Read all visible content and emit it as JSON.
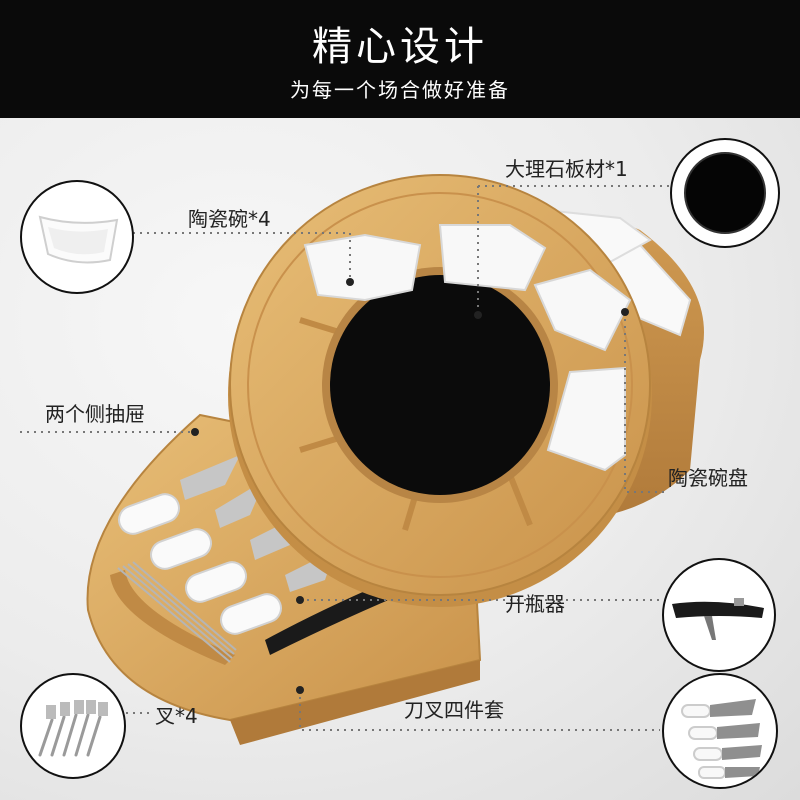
{
  "header": {
    "title": "精心设计",
    "subtitle": "为每一个场合做好准备"
  },
  "labels": {
    "marble_board": "大理石板材*1",
    "ceramic_bowl": "陶瓷碗*4",
    "side_drawers": "两个侧抽屉",
    "bowl_tray": "陶瓷碗盘",
    "opener": "开瓶器",
    "forks": "叉*4",
    "knife_set": "刀叉四件套"
  },
  "icons": [
    "marble-board-icon",
    "ceramic-bowl-icon",
    "corkscrew-icon",
    "forks-icon",
    "knife-set-icon"
  ],
  "colors": {
    "header_bg": "#0a0a0a",
    "bamboo": "#d9a95c",
    "slate": "#0b0b0b",
    "ceramic": "#f8f8f8"
  }
}
